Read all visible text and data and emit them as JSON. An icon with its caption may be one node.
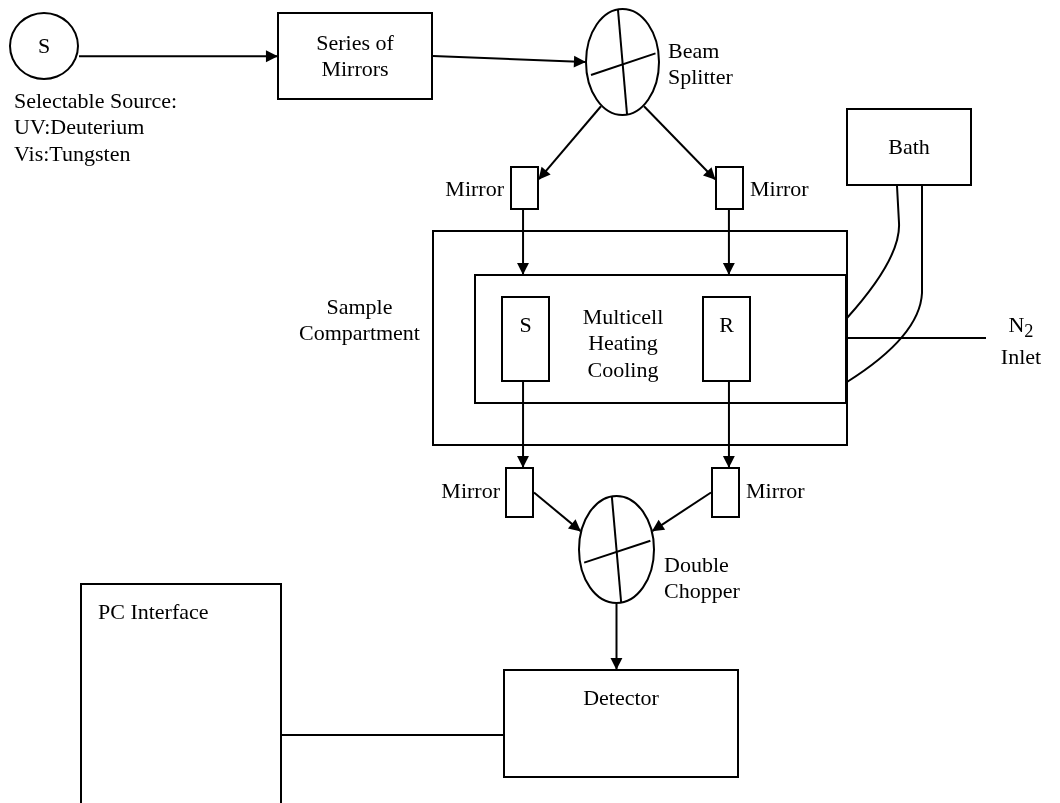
{
  "diagram": {
    "nodes": [
      {
        "text": [
          "S"
        ],
        "beside": [
          "Selectable Source: UV:Deuterium Vis:Tungsten"
        ]
      },
      {
        "text": [
          "Series of Mirrors"
        ]
      },
      {
        "text": [],
        "shape": "ellipse",
        "beside": [
          "Beam Splitter"
        ]
      },
      {
        "text": [],
        "shape": "box",
        "beside": [
          "Mirror"
        ]
      },
      {
        "text": [],
        "shape": "box",
        "beside": [
          "Mirror"
        ]
      },
      {
        "text": [
          "Bath"
        ]
      },
      {
        "text": [
          "Sample Compartment"
        ]
      },
      {
        "text": [
          "Multicell Heating Cooling"
        ],
        "in": 6
      },
      {
        "text": [
          "S"
        ],
        "in": 7
      },
      {
        "text": [
          "R"
        ],
        "in": 7
      },
      {
        "text": [
          "N$_{2}$ Inlet"
        ]
      },
      {
        "text": [],
        "shape": "box",
        "beside": [
          "Mirror"
        ]
      },
      {
        "text": [],
        "shape": "box",
        "beside": [
          "Mirror"
        ]
      },
      {
        "text": [],
        "shape": "ellipse",
        "beside": [
          "Double Chopper"
        ]
      },
      {
        "text": [
          "PC Interface"
        ]
      },
      {
        "text": [
          "Detector"
        ]
      }
    ],
    "edges": [
      {
        "from": 0,
        "to": 1,
        "arrow": "to"
      },
      {
        "from": 1,
        "to": 2,
        "arrow": "to"
      },
      {
        "from": 2,
        "to": 3,
        "arrow": "to"
      },
      {
        "from": 2,
        "to": 4,
        "arrow": "to"
      },
      {
        "from": 3,
        "to": 7,
        "arrow": "to"
      },
      {
        "from": 4,
        "to": 7,
        "arrow": "to"
      },
      {
        "from": 8,
        "to": 11,
        "arrow": "to"
      },
      {
        "from": 9,
        "to": 12,
        "arrow": "to"
      },
      {
        "from": 11,
        "to": 13,
        "arrow": "to"
      },
      {
        "from": 12,
        "to": 13,
        "arrow": "to"
      },
      {
        "from": 13,
        "to": 15,
        "arrow": "to"
      },
      {
        "from": 14,
        "to": 15,
        "arrow": "none"
      },
      {
        "from": 5,
        "to": 7,
        "arrow": "none"
      },
      {
        "from": 5,
        "to": 7,
        "arrow": "none"
      },
      {
        "from": 10,
        "to": 7,
        "arrow": "none"
      }
    ]
  }
}
